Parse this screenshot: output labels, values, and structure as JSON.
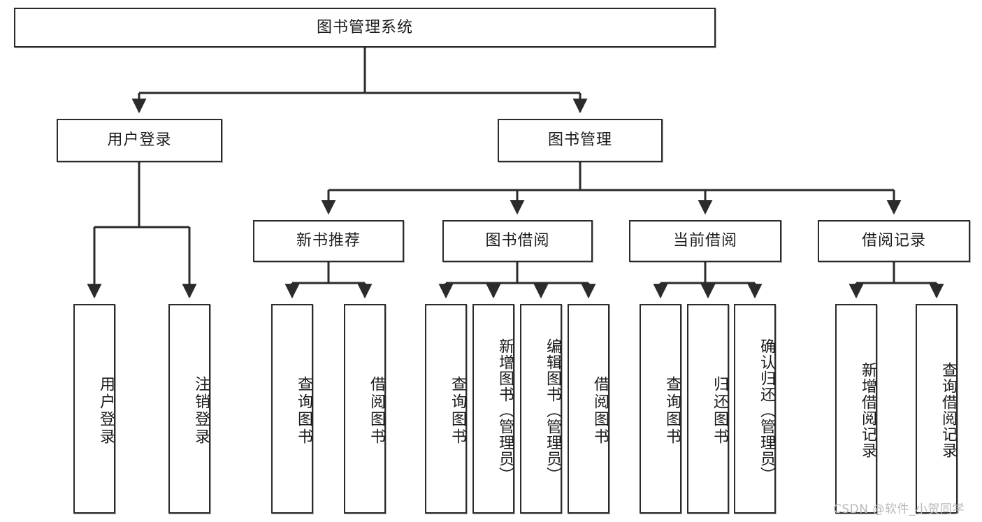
{
  "diagram": {
    "type": "tree",
    "title": "图书管理系统",
    "orientation": "top-down",
    "style": {
      "node_border": "#2b2b2b",
      "node_fill": "#ffffff",
      "edge_color": "#2b2b2b",
      "text_color": "#1b1b1b"
    },
    "levels": 4
  },
  "root": {
    "id": "root",
    "label": "图书管理系统"
  },
  "level2": [
    {
      "id": "user-login",
      "label": "用户登录"
    },
    {
      "id": "book-manage",
      "label": "图书管理"
    }
  ],
  "level3": [
    {
      "id": "new-book-recommend",
      "label": "新书推荐",
      "parent": "book-manage"
    },
    {
      "id": "book-borrow",
      "label": "图书借阅",
      "parent": "book-manage"
    },
    {
      "id": "current-borrow",
      "label": "当前借阅",
      "parent": "book-manage"
    },
    {
      "id": "borrow-record",
      "label": "借阅记录",
      "parent": "book-manage"
    }
  ],
  "leaves": {
    "user_login": [
      {
        "id": "leaf-user-login",
        "label": "用户登录"
      },
      {
        "id": "leaf-user-logout",
        "label": "注销登录"
      }
    ],
    "new_book_recommend": [
      {
        "id": "leaf-query-book-1",
        "label": "查询图书"
      },
      {
        "id": "leaf-borrow-book-1",
        "label": "借阅图书"
      }
    ],
    "book_borrow": [
      {
        "id": "leaf-query-book-2",
        "label": "查询图书"
      },
      {
        "id": "leaf-add-book",
        "label": "新增图书（管理员）"
      },
      {
        "id": "leaf-edit-book",
        "label": "编辑图书（管理员）"
      },
      {
        "id": "leaf-borrow-book-2",
        "label": "借阅图书"
      }
    ],
    "current_borrow": [
      {
        "id": "leaf-query-book-3",
        "label": "查询图书"
      },
      {
        "id": "leaf-return-book",
        "label": "归还图书"
      },
      {
        "id": "leaf-confirm-return",
        "label": "确认归还（管理员）"
      }
    ],
    "borrow_record": [
      {
        "id": "leaf-add-record",
        "label": "新增借阅记录"
      },
      {
        "id": "leaf-query-record",
        "label": "查询借阅记录"
      }
    ]
  },
  "watermark": {
    "text": "CSDN @软件_小贺同学"
  }
}
